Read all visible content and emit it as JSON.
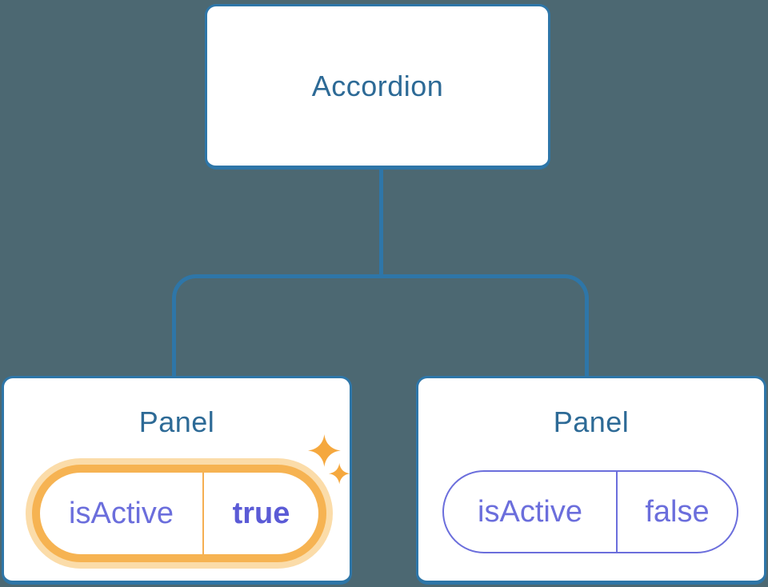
{
  "diagram": {
    "root": {
      "label": "Accordion"
    },
    "panels": [
      {
        "title": "Panel",
        "prop": {
          "name": "isActive",
          "value": "true"
        },
        "highlighted": true
      },
      {
        "title": "Panel",
        "prop": {
          "name": "isActive",
          "value": "false"
        },
        "highlighted": false
      }
    ]
  },
  "icons": {
    "sparkles": "sparkles-icon"
  },
  "colors": {
    "background": "#4C6872",
    "node_background": "#FFFFFF",
    "node_border": "#2E76A8",
    "node_text": "#2D6A96",
    "connector": "#2E76A8",
    "prop_text": "#6B6EDC",
    "prop_value_active_text": "#5B5BD6",
    "highlight_border": "#F6B352",
    "highlight_glow": "#FBDCA9",
    "highlight_divider": "#F5AE52",
    "sparkle": "#F5A83E"
  }
}
